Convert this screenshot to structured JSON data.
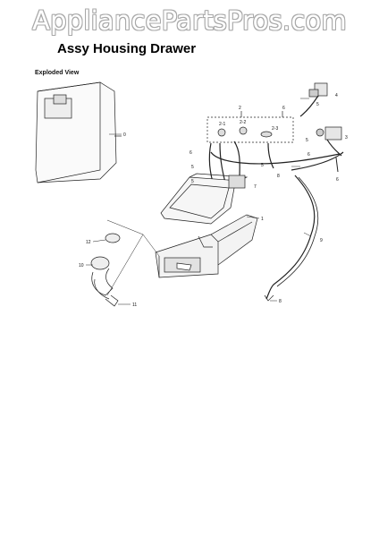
{
  "watermark": "AppliancePartsPros.com",
  "title": "Assy Housing Drawer",
  "subtitle": "Exploded View",
  "callouts": {
    "c0": "0",
    "c1": "1",
    "c2": "2",
    "c2_1": "2-1",
    "c2_2": "2-2",
    "c2_3": "2-3",
    "c3": "3",
    "c4": "4",
    "c5a": "5",
    "c5b": "5",
    "c5c": "5",
    "c5d": "5",
    "c5e": "5",
    "c6a": "6",
    "c6b": "6",
    "c6c": "6",
    "c6d": "6",
    "c7": "7",
    "c8a": "8",
    "c8b": "8",
    "c9": "9",
    "c10": "10",
    "c11": "11",
    "c12": "12"
  }
}
